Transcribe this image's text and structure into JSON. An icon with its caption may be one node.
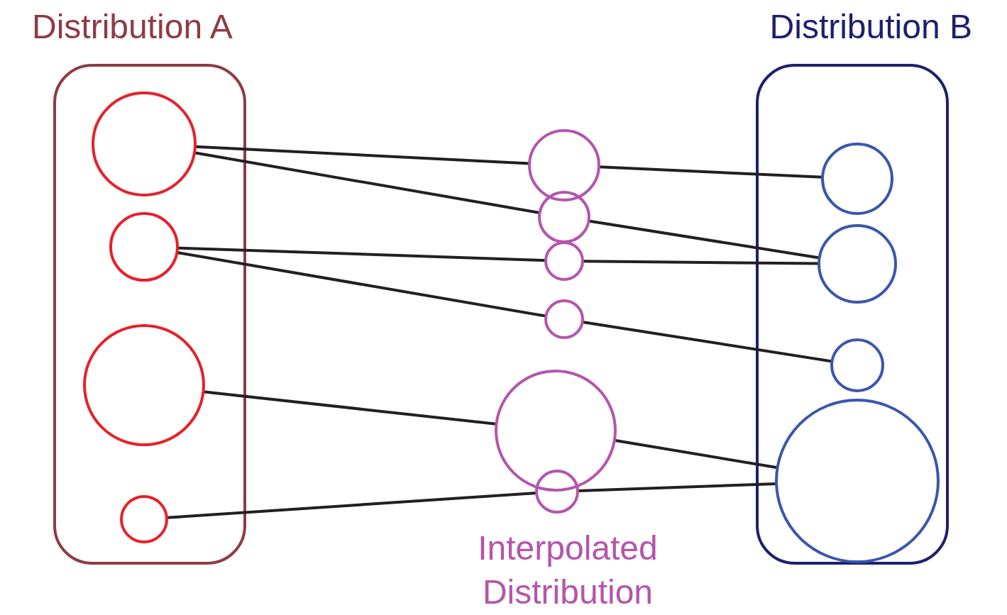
{
  "diagram": {
    "nodes": [
      {
        "text": [
          "Distribution A"
        ]
      },
      {
        "text": [],
        "shape": "circle",
        "in": 0
      },
      {
        "text": [],
        "shape": "circle",
        "in": 0
      },
      {
        "text": [],
        "shape": "circle",
        "in": 0
      },
      {
        "text": [],
        "shape": "circle",
        "in": 0
      },
      {
        "text": [
          "Distribution B"
        ]
      },
      {
        "text": [],
        "shape": "circle",
        "in": 5
      },
      {
        "text": [],
        "shape": "circle",
        "in": 5
      },
      {
        "text": [],
        "shape": "circle",
        "in": 5
      },
      {
        "text": [],
        "shape": "circle",
        "in": 5
      },
      {
        "text": [],
        "shape": "circle"
      },
      {
        "text": [],
        "shape": "circle"
      },
      {
        "text": [],
        "shape": "circle"
      },
      {
        "text": [],
        "shape": "circle"
      },
      {
        "text": [],
        "shape": "circle"
      },
      {
        "text": [],
        "shape": "circle"
      }
    ],
    "edges": [
      {
        "from": 1,
        "to": 10,
        "arrow": "none"
      },
      {
        "from": 10,
        "to": 6,
        "arrow": "none"
      },
      {
        "from": 1,
        "to": 11,
        "arrow": "none"
      },
      {
        "from": 11,
        "to": 7,
        "arrow": "none"
      },
      {
        "from": 2,
        "to": 12,
        "arrow": "none"
      },
      {
        "from": 12,
        "to": 7,
        "arrow": "none"
      },
      {
        "from": 2,
        "to": 13,
        "arrow": "none"
      },
      {
        "from": 13,
        "to": 8,
        "arrow": "none"
      },
      {
        "from": 3,
        "to": 14,
        "arrow": "none"
      },
      {
        "from": 14,
        "to": 9,
        "arrow": "none"
      },
      {
        "from": 4,
        "to": 15,
        "arrow": "none"
      },
      {
        "from": 15,
        "to": 9,
        "arrow": "none"
      }
    ],
    "labels": [
      "Interpolated Distribution"
    ]
  }
}
